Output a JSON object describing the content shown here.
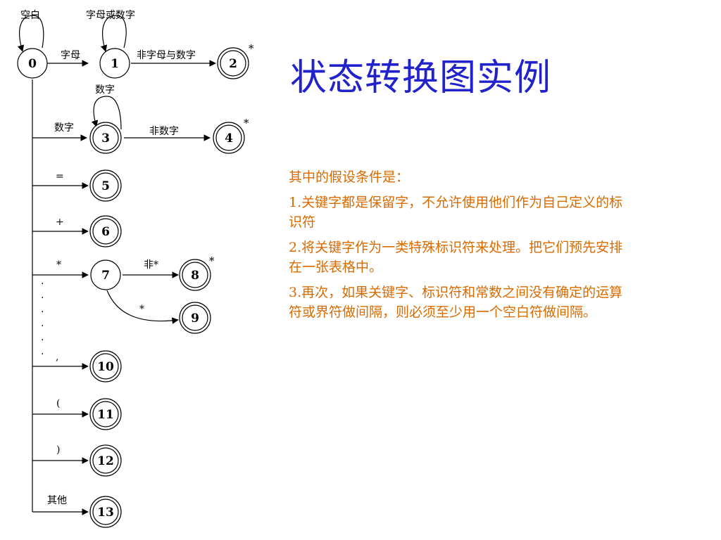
{
  "title": "状态转换图实例",
  "notes": {
    "heading": "其中的假设条件是：",
    "items": [
      "1.关键字都是保留字，不允许使用他们作为自己定义的标识符",
      "2.将关键字作为一类特殊标识符来处理。把它们预先安排在一张表格中。",
      "3.再次，如果关键字、标识符和常数之间没有确定的运算符或界符做间隔，则必须至少用一个空白符做间隔。"
    ]
  },
  "diagram": {
    "states": [
      "0",
      "1",
      "2",
      "3",
      "4",
      "5",
      "6",
      "7",
      "8",
      "9",
      "10",
      "11",
      "12",
      "13"
    ],
    "accepting_star_states": [
      "2",
      "4",
      "8"
    ],
    "star": "*",
    "dots": "·",
    "edges": [
      {
        "from": "0",
        "to": "0",
        "label": "空白"
      },
      {
        "from": "1",
        "to": "1",
        "label": "字母或数字"
      },
      {
        "from": "0",
        "to": "1",
        "label": "字母"
      },
      {
        "from": "1",
        "to": "2",
        "label": "非字母与数字"
      },
      {
        "from": "3",
        "to": "3",
        "label": "数字"
      },
      {
        "from": "0",
        "to": "3",
        "label": "数字"
      },
      {
        "from": "3",
        "to": "4",
        "label": "非数字"
      },
      {
        "from": "0",
        "to": "5",
        "label": "="
      },
      {
        "from": "0",
        "to": "6",
        "label": "+"
      },
      {
        "from": "0",
        "to": "7",
        "label": "*"
      },
      {
        "from": "7",
        "to": "8",
        "label": "非*"
      },
      {
        "from": "7",
        "to": "9",
        "label": "*"
      },
      {
        "from": "0",
        "to": "10",
        "label": ","
      },
      {
        "from": "0",
        "to": "11",
        "label": "("
      },
      {
        "from": "0",
        "to": "12",
        "label": ")"
      },
      {
        "from": "0",
        "to": "13",
        "label": "其他"
      }
    ]
  }
}
